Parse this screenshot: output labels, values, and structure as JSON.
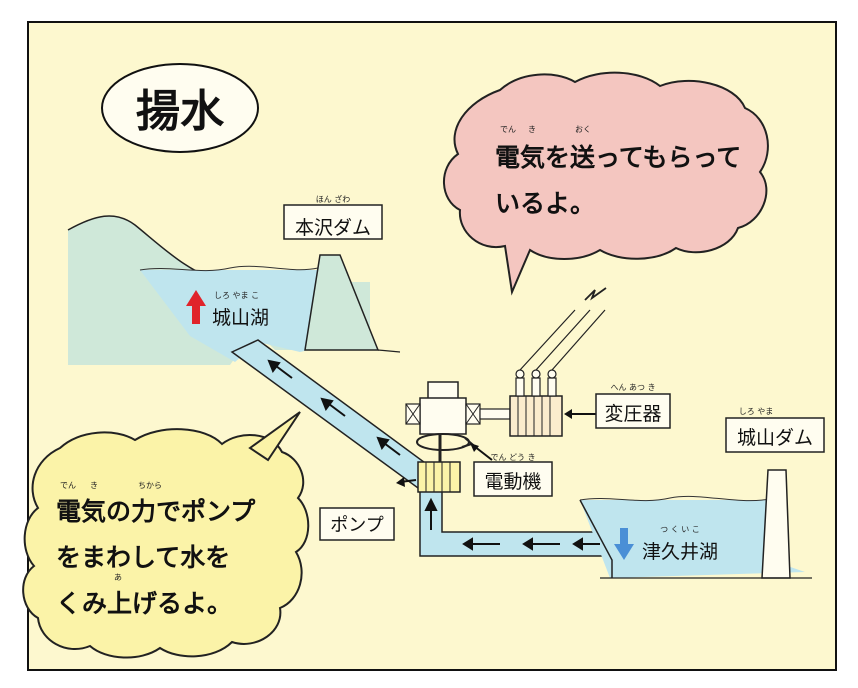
{
  "title": "揚水",
  "labels": {
    "honzawa_dam": "本沢ダム",
    "honzawa_dam_ruby": "ほん ざわ",
    "shiroyama_lake": "城山湖",
    "shiroyama_lake_ruby": "しろ やま こ",
    "transformer": "変圧器",
    "transformer_ruby": "へん あつ き",
    "shiroyama_dam": "城山ダム",
    "shiroyama_dam_ruby": "しろ やま",
    "motor": "電動機",
    "motor_ruby": "でん どう き",
    "pump": "ポンプ",
    "tsukui_lake": "津久井湖",
    "tsukui_lake_ruby": "つ く い こ"
  },
  "bubble_top": {
    "line1": "電気を送ってもらって",
    "line2": "いるよ。",
    "ruby_den": "でん",
    "ruby_ki": "き",
    "ruby_oku": "おく"
  },
  "bubble_left": {
    "line1": "電気の力でポンプ",
    "line2": "をまわして水を",
    "line3": "くみ上げるよ。",
    "ruby_den": "でん",
    "ruby_ki": "き",
    "ruby_chikara": "ちから",
    "ruby_a": "あ"
  },
  "colors": {
    "background": "#fdf8cf",
    "water": "#bfe5ee",
    "mountain": "#cfe8d9",
    "bubble_pink": "#f4c6c0",
    "bubble_yellow": "#fbf3a8",
    "arrow_up": "#e0242b",
    "arrow_down": "#4a8fd6"
  }
}
